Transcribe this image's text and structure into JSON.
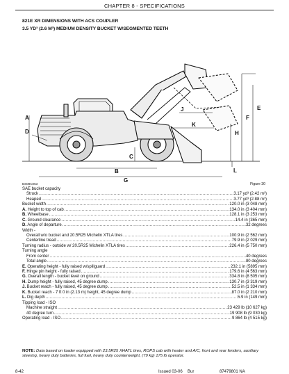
{
  "header": {
    "chapter": "CHAPTER 8 - SPECIFICATIONS"
  },
  "title": {
    "line1": "821E XR DIMENSIONS WITH ACS COUPLER",
    "line2": "3.5 YD³ (2.6 M³) MEDIUM DENSITY BUCKET W/SEGMENTED TEETH"
  },
  "figure": {
    "code": "BS08C053",
    "number": "Figure 30",
    "callouts": {
      "a": "A",
      "b": "B",
      "c": "C",
      "d": "D",
      "e": "E",
      "f": "F",
      "g": "G",
      "h": "H",
      "j": "J",
      "k": "K",
      "l": "L"
    }
  },
  "specs": [
    {
      "label": "SAE bucket capacity",
      "value": "",
      "indent": 0
    },
    {
      "label": "Struck",
      "value": "3.17 yd³ (2.42 m³)",
      "indent": 1
    },
    {
      "label": "Heaped",
      "value": "3.77 yd³ (2.88 m³)",
      "indent": 1
    },
    {
      "label": "Bucket width",
      "value": "120.0 in (3 048 mm)",
      "indent": 0
    },
    {
      "key": "A.",
      "label": " Height to top of cab",
      "value": "134.0 in (3 404 mm)",
      "indent": 0
    },
    {
      "key": "B.",
      "label": " Wheelbase",
      "value": "128.1 in (3 253 mm)",
      "indent": 0
    },
    {
      "key": "C.",
      "label": " Ground clearance",
      "value": "14.4 in (365 mm)",
      "indent": 0
    },
    {
      "key": "D.",
      "label": " Angle of departure",
      "value": "32 degrees",
      "indent": 0
    },
    {
      "label": "Width -",
      "value": "",
      "indent": 0
    },
    {
      "label": "Overall w/o bucket and 20.5R25 Michelin XTLA tires",
      "value": "100.9 in (2 562 mm)",
      "indent": 1
    },
    {
      "label": "Centerline tread",
      "value": "79.9 in (2 029 mm)",
      "indent": 1
    },
    {
      "label": "Turning radius - outside w/ 20.5R25 Michelin XTLA tires",
      "value": "226.4 in (5 750 mm)",
      "indent": 0
    },
    {
      "label": "Turning angle",
      "value": "",
      "indent": 0
    },
    {
      "label": "From center",
      "value": "40 degrees",
      "indent": 1
    },
    {
      "label": "Total angle",
      "value": "80 degrees",
      "indent": 1
    },
    {
      "key": "E.",
      "label": " Operating height - fully raised w/spillguard",
      "value": "232.1 in (5895 mm)",
      "indent": 0
    },
    {
      "key": "F.",
      "label": " Hinge pin height - fully raised",
      "value": "179.6 in (4 563 mm)",
      "indent": 0
    },
    {
      "key": "G.",
      "label": " Overall length - bucket level on ground",
      "value": "334.8 in (8 505 mm)",
      "indent": 0
    },
    {
      "key": "H.",
      "label": " Dump height - fully raised, 45 degree dump",
      "value": "130.7 in (3 319 mm)",
      "indent": 0
    },
    {
      "key": "J.",
      "label": " Bucket reach - fully raised, 45 degree dump",
      "value": "52.5 in (1 334 mm)",
      "indent": 0
    },
    {
      "key": "K.",
      "label": " Bucket reach - 7 ft 0 in (2.13 m) height, 45 degree dump",
      "value": "87.0 in (2 210 mm)",
      "indent": 0
    },
    {
      "key": "L.",
      "label": " Dig depth",
      "value": "5.9 in (149 mm)",
      "indent": 0
    },
    {
      "label": "Tipping load - ISO",
      "value": "",
      "indent": 0
    },
    {
      "label": "Machine straight",
      "value": "23 429 lb (10 627 kg)",
      "indent": 1
    },
    {
      "label": "40 degree turn",
      "value": "19 908 lb (9 030 kg)",
      "indent": 1
    },
    {
      "label": "Operating load - ISO",
      "value": "9 864 lb (4 515 kg)",
      "indent": 0
    }
  ],
  "note": {
    "prefix": "NOTE:",
    "text": " Data based on loader equipped with 23.5R25 XHATL tires, ROPS cab with heater and A/C, front and rear fenders, auxiliary steering, heavy duty batteries, full fuel, heavy duty counterweight, (79 kg) 175 lb operator."
  },
  "footer": {
    "page": "8-42",
    "issue": "Issued 03-06",
    "lang": "Bur",
    "part": "87479801 NA"
  }
}
